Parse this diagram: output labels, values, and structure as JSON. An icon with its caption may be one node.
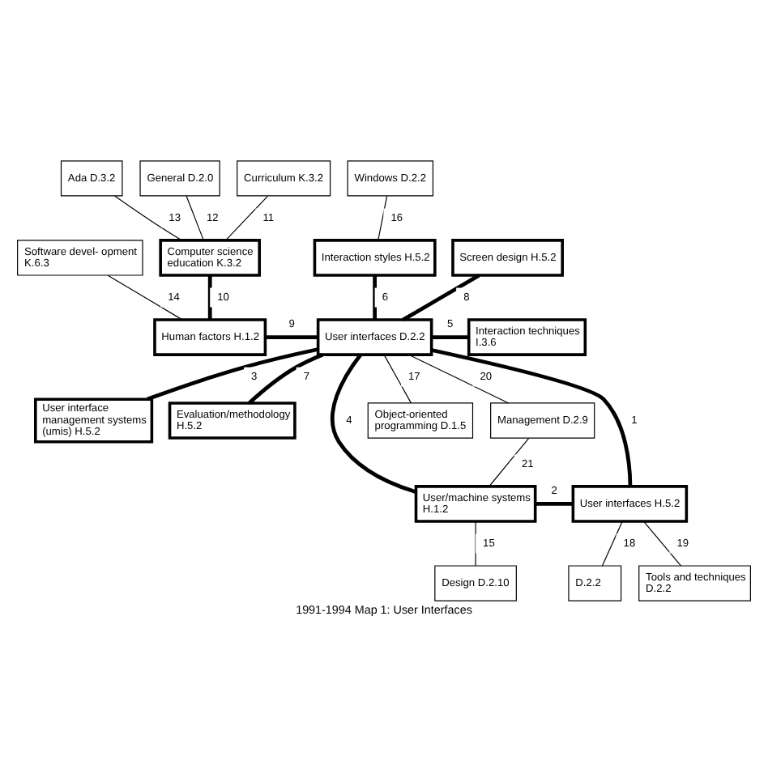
{
  "diagram": {
    "caption": "1991-1994 Map 1: User Interfaces",
    "nodes": [
      {
        "text": [
          "Ada D.3.2"
        ]
      },
      {
        "text": [
          "General D.2.0"
        ]
      },
      {
        "text": [
          "Curriculum K.3.2"
        ]
      },
      {
        "text": [
          "Computer science education K.3.2"
        ]
      },
      {
        "text": [
          "Windows D.2.2"
        ]
      },
      {
        "text": [
          "Software devel- opment K.6.3"
        ]
      },
      {
        "text": [
          "Screen design H.5.2"
        ]
      },
      {
        "text": [
          "Interaction styles H.5.2"
        ]
      },
      {
        "text": [
          "Human factors H.1.2"
        ]
      },
      {
        "text": [
          "User interfaces D.2.2"
        ]
      },
      {
        "text": [
          "Interaction techniques I.3.6"
        ]
      },
      {
        "text": [
          "User interface management systems (umis) H.5.2"
        ]
      },
      {
        "text": [
          "Evaluation/methodology H.5.2"
        ]
      },
      {
        "text": [
          "Management D.2.9"
        ]
      },
      {
        "text": [
          "Object-oriented programming D.1.5"
        ]
      },
      {
        "text": [
          "User/machine systems H.1.2"
        ]
      },
      {
        "text": [
          "User interfaces H.5.2"
        ]
      },
      {
        "text": [
          "Design D.2.10"
        ]
      },
      {
        "text": [
          "Tools and techniques D.2.2"
        ]
      },
      {
        "text": [
          "D.2.2"
        ]
      }
    ],
    "edges": [
      {
        "from": 0,
        "to": 3,
        "arrow": "none",
        "label": "13"
      },
      {
        "from": 1,
        "to": 3,
        "arrow": "none",
        "label": "12"
      },
      {
        "from": 2,
        "to": 3,
        "arrow": "none",
        "label": "11"
      },
      {
        "from": 3,
        "to": 8,
        "arrow": "none",
        "label": "10",
        "style": "thick"
      },
      {
        "from": 4,
        "to": 7,
        "arrow": "none",
        "label": "16"
      },
      {
        "from": 5,
        "to": 8,
        "arrow": "none",
        "label": "14"
      },
      {
        "from": 6,
        "to": 9,
        "arrow": "none",
        "label": "8",
        "style": "thick"
      },
      {
        "from": 7,
        "to": 9,
        "arrow": "none",
        "label": "6",
        "style": "thick"
      },
      {
        "from": 8,
        "to": 9,
        "arrow": "none",
        "label": "9",
        "style": "thick"
      },
      {
        "from": 9,
        "to": 10,
        "arrow": "none",
        "label": "5",
        "style": "thick"
      },
      {
        "from": 9,
        "to": 12,
        "arrow": "none",
        "label": "7",
        "style": "thick"
      },
      {
        "from": 9,
        "to": 11,
        "arrow": "none",
        "label": "3",
        "style": "thick"
      },
      {
        "from": 9,
        "to": 15,
        "arrow": "none",
        "label": "4",
        "style": "thick"
      },
      {
        "from": 9,
        "to": 13,
        "arrow": "none",
        "label": "20"
      },
      {
        "from": 9,
        "to": 14,
        "arrow": "none",
        "label": "17"
      },
      {
        "from": 9,
        "to": 16,
        "arrow": "none",
        "label": "1",
        "style": "thick"
      },
      {
        "from": 13,
        "to": 15,
        "arrow": "none",
        "label": "21"
      },
      {
        "from": 15,
        "to": 16,
        "arrow": "none",
        "label": "2",
        "style": "thick"
      },
      {
        "from": 15,
        "to": 17,
        "arrow": "none",
        "label": "15"
      },
      {
        "from": 16,
        "to": 18,
        "arrow": "none",
        "label": "19"
      },
      {
        "from": 16,
        "to": 19,
        "arrow": "none",
        "label": "18"
      }
    ]
  }
}
